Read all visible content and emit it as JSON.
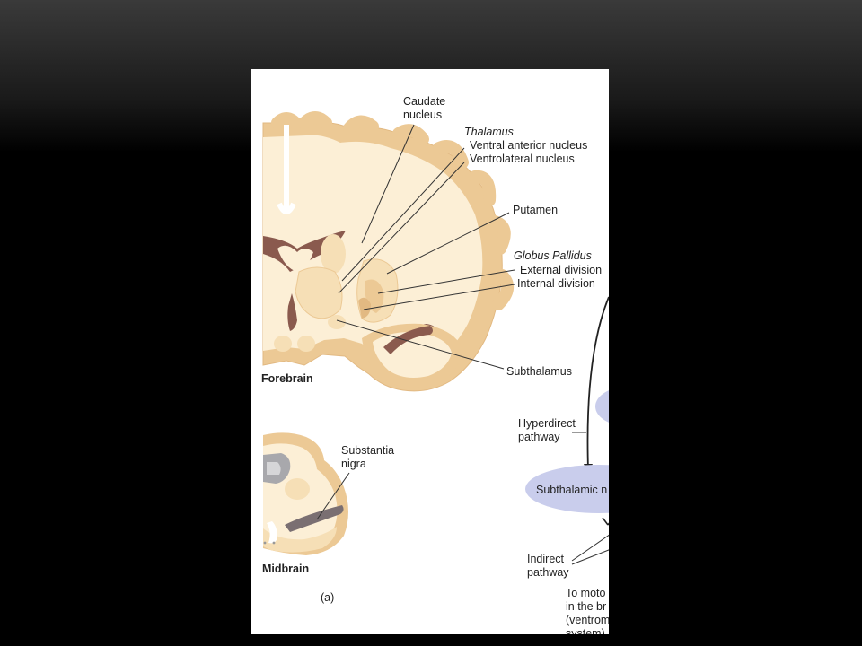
{
  "figure": {
    "labels": {
      "caudate_1": "Caudate",
      "caudate_2": "nucleus",
      "thalamus": "Thalamus",
      "ventral_anterior": "Ventral anterior nucleus",
      "ventrolateral": "Ventrolateral nucleus",
      "putamen": "Putamen",
      "globus_pallidus": "Globus Pallidus",
      "external_division": "External division",
      "internal_division": "Internal division",
      "subthalamus": "Subthalamus",
      "forebrain": "Forebrain",
      "substantia_1": "Substantia",
      "substantia_2": "nigra",
      "midbrain": "Midbrain",
      "hyperdirect_1": "Hyperdirect",
      "hyperdirect_2": "pathway",
      "subthalamic_node": "Subthalamic n",
      "indirect_1": "Indirect",
      "indirect_2": "pathway",
      "to_motor_1": "To moto",
      "to_motor_2": "in the br",
      "to_motor_3": "(ventrom",
      "to_motor_4": "system)",
      "panel_tag": "(a)"
    },
    "colors": {
      "tissue_light": "#fcefd6",
      "tissue_mid": "#f6dfb6",
      "tissue_dark": "#ecc995",
      "ventricle": "#8a5a4e",
      "nigra": "#7a6f72",
      "node_fill": "#c9cdec"
    }
  }
}
